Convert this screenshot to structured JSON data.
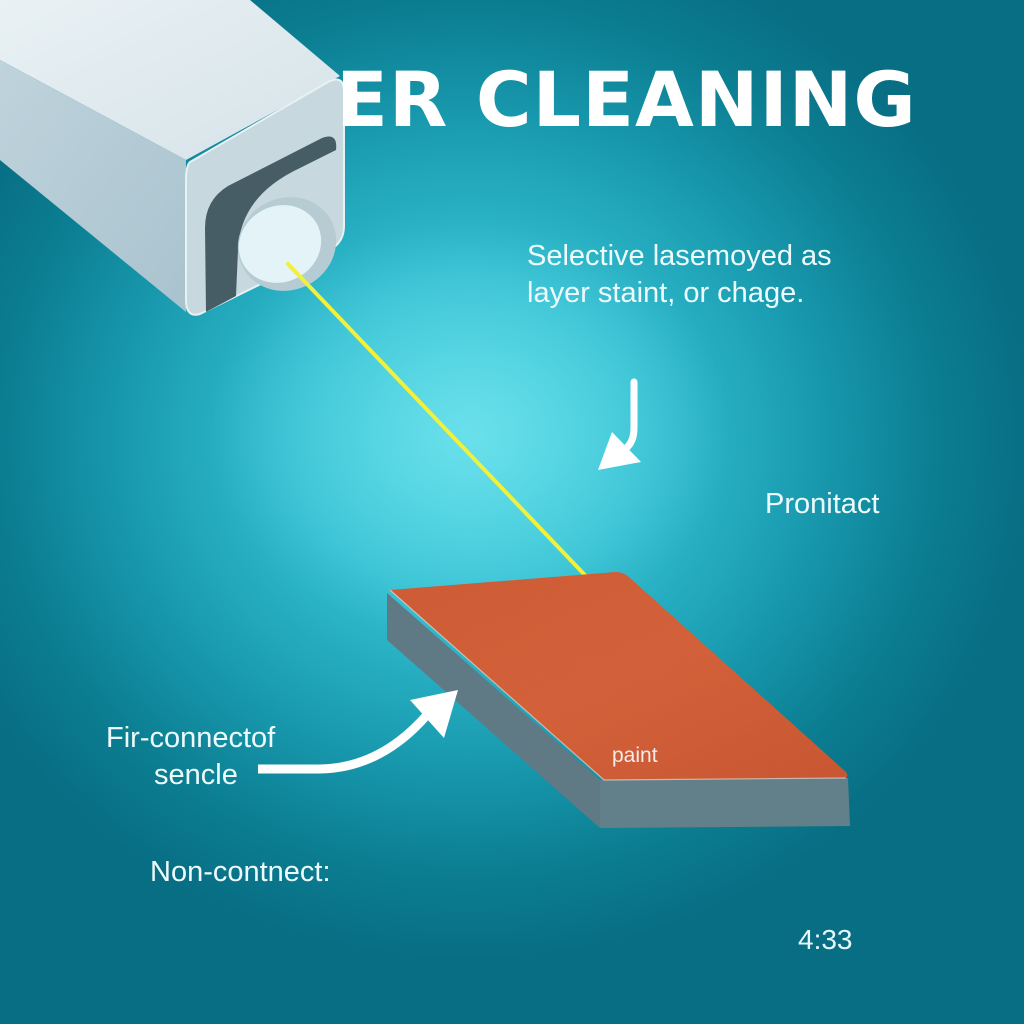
{
  "title": "ER CLEANING",
  "labels": {
    "selective_line1": "Selective lasemoyed as",
    "selective_line2": "layer staint, or chage.",
    "pronitact": "Pronitact",
    "fir_connect_line1": "Fir-connectof",
    "fir_connect_line2": "sencle",
    "non_contact": "Non-contnect:",
    "paint": "paint",
    "timestamp": "4:33"
  },
  "illustration": {
    "laser_head": "laser-emitter-head",
    "laser_beam": "yellow-laser-beam",
    "workpiece": "painted-metal-plate",
    "arrows": [
      "down-arrow-callout",
      "curved-up-arrow-callout"
    ]
  },
  "colors": {
    "background_center": "#4fd6e3",
    "background_edge": "#086e84",
    "laser_beam": "#f2f03a",
    "paint_surface": "#d9572f",
    "plate_side": "#5f7a85",
    "laser_body": "#dfe9ee",
    "lens_ring": "#475d66",
    "text": "#ffffff"
  }
}
